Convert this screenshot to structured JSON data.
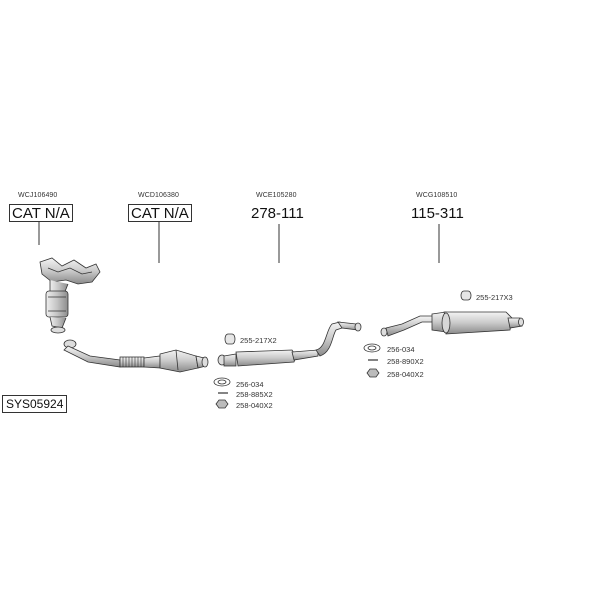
{
  "groups": [
    {
      "oe": "WCJ106490",
      "ref": "CAT N/A",
      "boxed": true
    },
    {
      "oe": "WCD106380",
      "ref": "CAT N/A",
      "boxed": true
    },
    {
      "oe": "WCE105280",
      "ref": "278-111",
      "boxed": false
    },
    {
      "oe": "WCG108510",
      "ref": "115-311",
      "boxed": false
    }
  ],
  "fittings": {
    "f1": "255-217X2",
    "f2": "256-034",
    "f3": "258-885X2",
    "f4": "258-040X2",
    "f5": "256-034",
    "f6": "258-890X2",
    "f7": "258-040X2",
    "f8": "255-217X3"
  },
  "system_code": "SYS05924"
}
